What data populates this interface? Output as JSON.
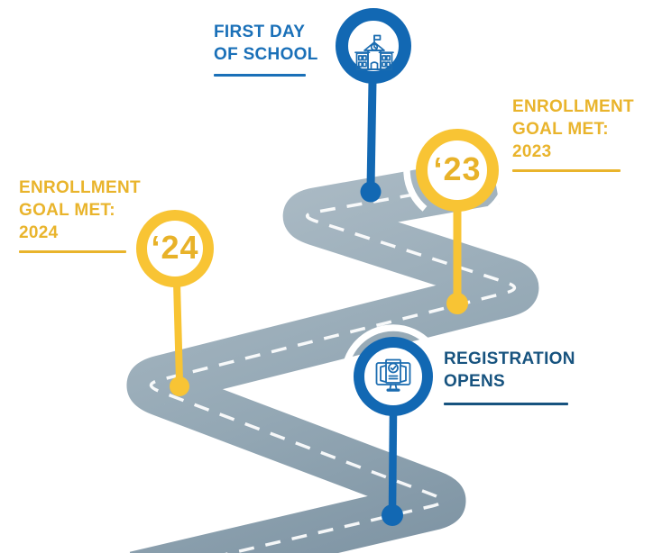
{
  "infographic": {
    "theme_colors": {
      "bright_blue": "#1268b3",
      "label_blue": "#1a70b8",
      "navy": "#17537f",
      "gold": "#f8c434",
      "gold_text": "#e9b42c",
      "road_light": "#aebdc7",
      "road_dark": "#7b91a1",
      "dash_white": "#ffffff"
    },
    "road": {
      "style": "zigzag road with white dashed center line",
      "waypoint_order": [
        "goal-2023",
        "first-day",
        "goal-2024",
        "registration"
      ]
    },
    "milestones": [
      {
        "id": "first-day",
        "label_lines": [
          "FIRST DAY",
          "OF SCHOOL"
        ],
        "icon": "school-icon",
        "marker_color": "#1268b3"
      },
      {
        "id": "goal-2023",
        "label_lines": [
          "ENROLLMENT",
          "GOAL MET:",
          "2023"
        ],
        "badge": "‘23",
        "marker_color": "#f8c434"
      },
      {
        "id": "goal-2024",
        "label_lines": [
          "ENROLLMENT",
          "GOAL MET:",
          "2024"
        ],
        "badge": "‘24",
        "marker_color": "#f8c434"
      },
      {
        "id": "registration",
        "label_lines": [
          "REGISTRATION",
          "OPENS"
        ],
        "icon": "monitor-check-icon",
        "marker_color": "#1268b3"
      }
    ]
  }
}
